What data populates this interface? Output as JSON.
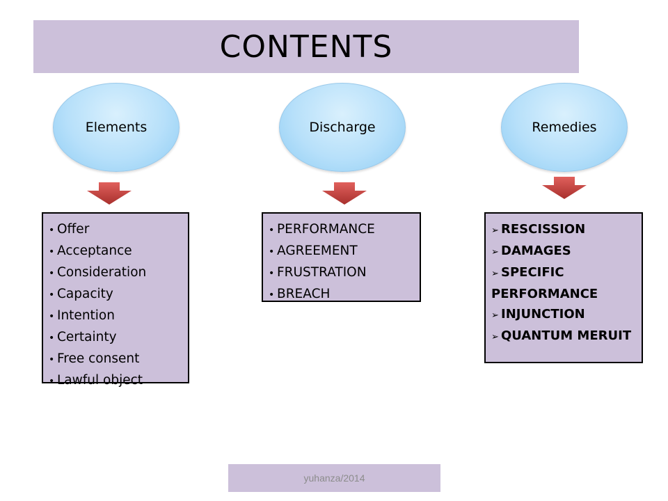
{
  "title": "CONTENTS",
  "columns": [
    {
      "heading": "Elements",
      "bullet": "•",
      "items": [
        "Offer",
        "Acceptance",
        "Consideration",
        "Capacity",
        "Intention",
        "Certainty",
        "Free consent",
        "Lawful object"
      ]
    },
    {
      "heading": "Discharge",
      "bullet": "•",
      "items": [
        "PERFORMANCE",
        "AGREEMENT",
        "FRUSTRATION",
        "BREACH"
      ]
    },
    {
      "heading": "Remedies",
      "bullet": "➢",
      "items": [
        "RESCISSION",
        "DAMAGES",
        "SPECIFIC PERFORMANCE",
        "INJUNCTION",
        "QUANTUM MERUIT"
      ]
    }
  ],
  "footer": "yuhanza/2014",
  "colors": {
    "panel": "#ccc0da",
    "ellipse": "#b7e0fa",
    "arrow": "#c0504d"
  },
  "icons": {
    "arrow": "down-arrow-icon"
  }
}
